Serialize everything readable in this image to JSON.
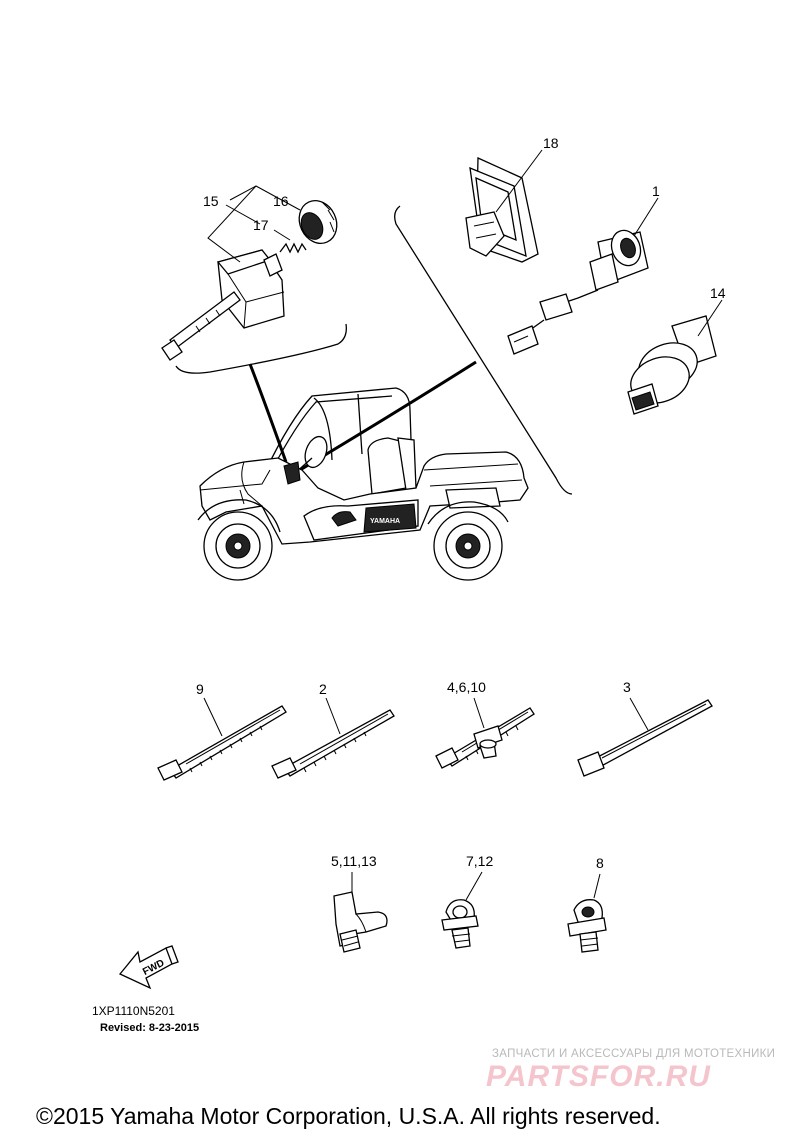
{
  "callouts": {
    "c18": "18",
    "c1": "1",
    "c14": "14",
    "c15": "15",
    "c16": "16",
    "c17": "17",
    "c9": "9",
    "c2": "2",
    "c4_6_10": "4,6,10",
    "c3": "3",
    "c5_11_13": "5,11,13",
    "c7_12": "7,12",
    "c8": "8"
  },
  "vehicle": {
    "brand_decal": "YAMAHA"
  },
  "fwd_arrow": {
    "label": "FWD"
  },
  "diagram_code": "1XP1110N5201",
  "revised": "Revised: 8-23-2015",
  "watermark": {
    "tagline": "ЗАПЧАСТИ И АКСЕССУАРЫ ДЛЯ МОТОТЕХНИКИ",
    "logo": "PARTSFOR.RU"
  },
  "copyright": "©2015 Yamaha Motor Corporation, U.S.A. All rights reserved."
}
